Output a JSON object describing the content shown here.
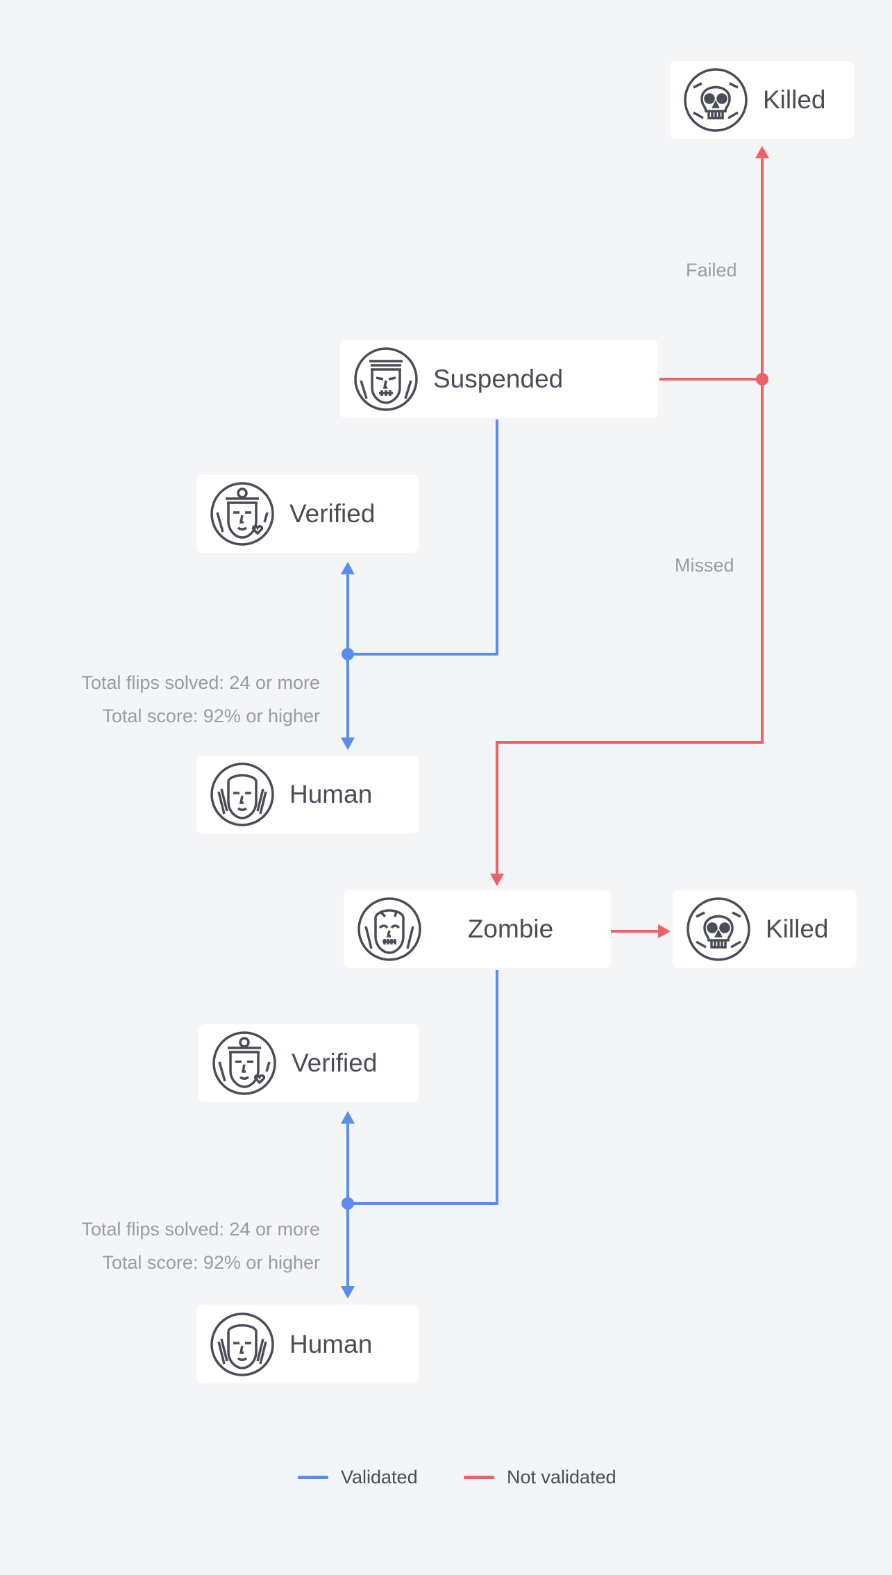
{
  "colors": {
    "validated": "#5b8def",
    "not_validated": "#f06167",
    "icon_stroke": "#4a4d57"
  },
  "nodes": {
    "killed_top": {
      "label": "Killed",
      "icon": "skull-icon"
    },
    "suspended": {
      "label": "Suspended",
      "icon": "suspended-face-icon"
    },
    "verified_1": {
      "label": "Verified",
      "icon": "verified-face-icon"
    },
    "human_1": {
      "label": "Human",
      "icon": "human-face-icon"
    },
    "zombie": {
      "label": "Zombie",
      "icon": "zombie-face-icon"
    },
    "killed_right": {
      "label": "Killed",
      "icon": "skull-icon"
    },
    "verified_2": {
      "label": "Verified",
      "icon": "verified-face-icon"
    },
    "human_2": {
      "label": "Human",
      "icon": "human-face-icon"
    }
  },
  "edge_labels": {
    "failed": "Failed",
    "missed": "Missed"
  },
  "criteria_1": {
    "flips": "Total flips solved: 24 or more",
    "score": "Total score: 92% or higher"
  },
  "criteria_2": {
    "flips": "Total flips solved: 24 or more",
    "score": "Total score: 92% or higher"
  },
  "legend": {
    "validated": "Validated",
    "not_validated": "Not validated"
  }
}
